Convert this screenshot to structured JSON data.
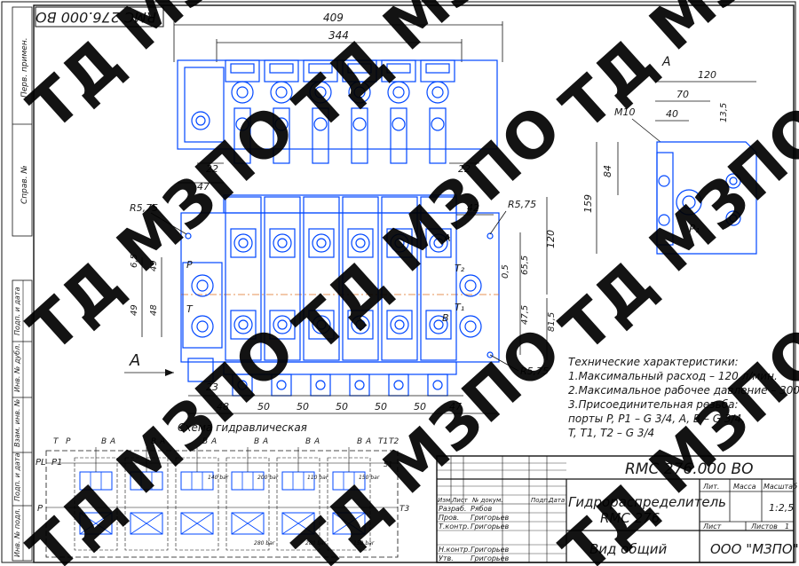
{
  "doc_code_rotated": "RMC 276.000 ВО",
  "margin_labels": [
    "Перв. примен.",
    "Справ. №",
    "Подп. и дата",
    "Инв. № дубл.",
    "Взам. инв. №",
    "Подп. и дата",
    "Инв. № подл."
  ],
  "dims": {
    "top_409": "409",
    "top_344": "344",
    "d22_left": "22",
    "d22_right": "22",
    "d47_top": "47",
    "r575_left": "R5,75",
    "r575_top_right": "R5,75",
    "r575_bottom": "R5,75",
    "d42": "42",
    "d120_front": "120",
    "d65_left": "6,5",
    "d49_top": "49",
    "d05": "0,5",
    "d655": "65,5",
    "d475": "47,5",
    "d815": "81,5",
    "d49_left": "49",
    "d48_left": "48",
    "d23": "23",
    "d48_bottom": "48",
    "d50": [
      "50",
      "50",
      "50",
      "50",
      "50"
    ],
    "d47_bottom": "47",
    "side_120": "120",
    "side_70": "70",
    "side_40": "40",
    "side_135": "13,5",
    "side_m10": "M10",
    "side_84": "84",
    "side_159": "159"
  },
  "ports": {
    "P": "P",
    "T": "T",
    "A": "A",
    "B": "B",
    "T2": "T₂",
    "T1": "T₁",
    "P1_side": "P₁",
    "P1_schema": "P1"
  },
  "view_marks": {
    "a_front": "A",
    "a_side": "A"
  },
  "tech": {
    "title": "Технические характеристики:",
    "lines": [
      "1.Максимальный расход – 120 л/мин.",
      "2.Максимальное рабочее давление – 300 bar.",
      "3.Присоединительная резьба:",
      "порты P, P1 – G 3/4, A, B – G 3/4,",
      "T, T1, T2 – G 3/4"
    ]
  },
  "schema": {
    "title": "Схема гидравлическая",
    "top_labels": [
      "T",
      "P",
      "B",
      "A",
      "B",
      "A",
      "B",
      "A",
      "B",
      "A",
      "B",
      "A",
      "B",
      "A",
      "T1",
      "T2"
    ],
    "pressures_top": [
      "140 bar",
      "200 bar",
      "110 bar",
      "150 bar"
    ],
    "pressures_bottom": [
      "280 bar",
      "280 bar",
      "150 bar"
    ],
    "side_labels": {
      "PL": "PL",
      "P": "P",
      "S1": "S1",
      "T3": "T3"
    }
  },
  "title_block": {
    "doc_code": "RMC 276.000 ВО",
    "name_line1": "Гидрораспределитель",
    "name_line2": "RMC 276",
    "view": "Вид общий",
    "company": "ООО \"МЗПО\"",
    "cols": {
      "izm": "Изм.",
      "list": "Лист",
      "ndoc": "№ докум.",
      "podp": "Подп.",
      "data": "Дата"
    },
    "roles": [
      {
        "role": "Разраб.",
        "name": "Рябов"
      },
      {
        "role": "Пров.",
        "name": "Григорьев"
      },
      {
        "role": "Т.контр.",
        "name": "Григорьев"
      },
      {
        "role": "Н.контр.",
        "name": "Григорьев"
      },
      {
        "role": "Утв.",
        "name": "Григорьев"
      }
    ],
    "lit": "Лит.",
    "massa": "Масса",
    "masshtab": "Масштаб",
    "scale_value": "1:2,5",
    "list_label": "Лист",
    "listov_label": "Листов",
    "listov_value": "1"
  },
  "watermark": "ТД МЗПО"
}
